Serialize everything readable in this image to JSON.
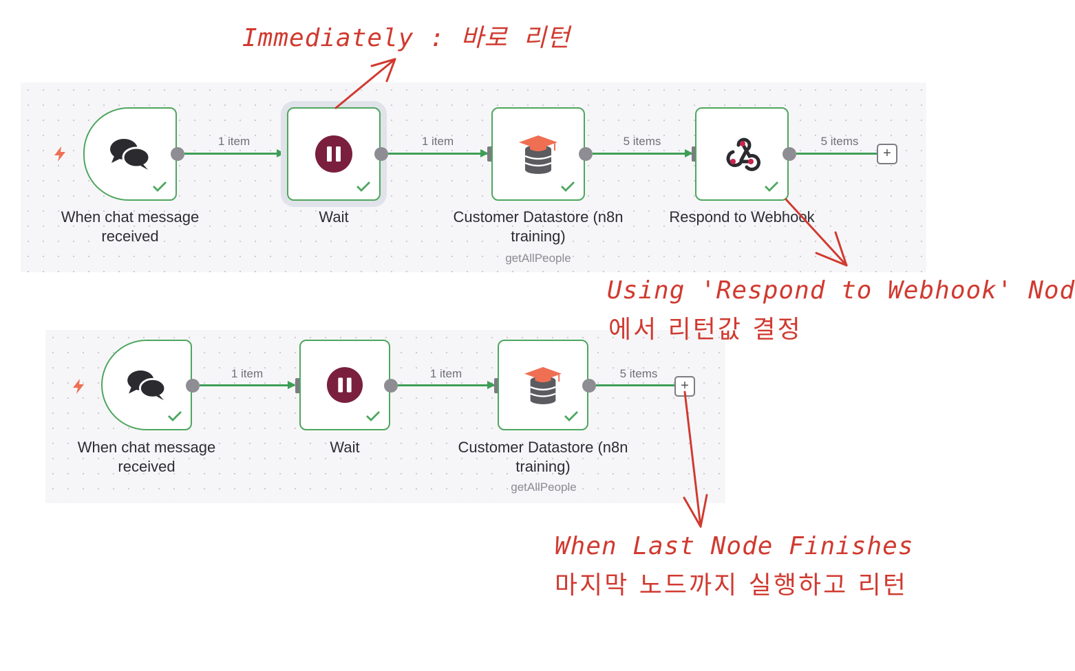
{
  "workflow_top": {
    "nodes": [
      {
        "title_line1": "When chat message",
        "title_line2": "received",
        "icon": "chat-icon",
        "status": "success"
      },
      {
        "title": "Wait",
        "icon": "pause-icon",
        "status": "success",
        "selected": true
      },
      {
        "title_line1": "Customer Datastore (n8n",
        "title_line2": "training)",
        "subtitle": "getAllPeople",
        "icon": "database-icon",
        "status": "success"
      },
      {
        "title": "Respond to Webhook",
        "icon": "webhook-icon",
        "status": "success"
      }
    ],
    "edges": [
      "1 item",
      "1 item",
      "5 items",
      "5 items"
    ],
    "add_button": "+"
  },
  "workflow_bottom": {
    "nodes": [
      {
        "title_line1": "When chat message",
        "title_line2": "received",
        "icon": "chat-icon",
        "status": "success"
      },
      {
        "title": "Wait",
        "icon": "pause-icon",
        "status": "success"
      },
      {
        "title_line1": "Customer Datastore (n8n",
        "title_line2": "training)",
        "subtitle": "getAllPeople",
        "icon": "database-icon",
        "status": "success"
      }
    ],
    "edges": [
      "1 item",
      "1 item",
      "5 items"
    ],
    "add_button": "+"
  },
  "annotations": {
    "immediately": "Immediately : 바로 리턴",
    "respond_line1": "Using 'Respond to Webhook' Node",
    "respond_line2": "에서 리턴값 결정",
    "last_node_line1": "When Last Node Finishes",
    "last_node_line2": "마지막 노드까지 실행하고 리턴"
  },
  "colors": {
    "success": "#4ea65e",
    "edge": "#3e9e56",
    "wait_icon": "#7a1f3d",
    "db_cap": "#ef6f53",
    "trigger_bolt": "#ef6f53",
    "annotation": "#d03a30"
  }
}
